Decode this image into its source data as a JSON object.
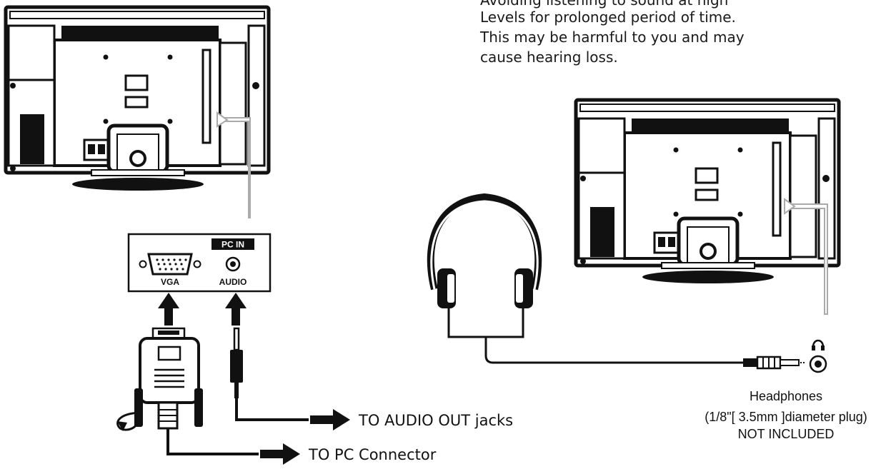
{
  "warning": {
    "lines": [
      "Avoiding listening to sound at high",
      "Levels for prolonged period of time.",
      "This may be harmful to you and may",
      "cause hearing loss."
    ]
  },
  "panel": {
    "header": "PC IN",
    "vga_label": "VGA",
    "audio_label": "AUDIO"
  },
  "callouts": {
    "audio_out": "TO AUDIO OUT jacks",
    "pc_connector": "TO PC Connector"
  },
  "headphones": {
    "title": "Headphones",
    "spec": "(1/8\"[ 3.5mm ]diameter plug)",
    "note": "NOT INCLUDED"
  },
  "icons": [
    "tv-rear-icon",
    "vga-port-icon",
    "audio-jack-icon",
    "vga-cable-icon",
    "audio-plug-icon",
    "headphones-icon",
    "headphone-symbol-icon",
    "arrow-right-icon",
    "arrow-up-icon"
  ]
}
